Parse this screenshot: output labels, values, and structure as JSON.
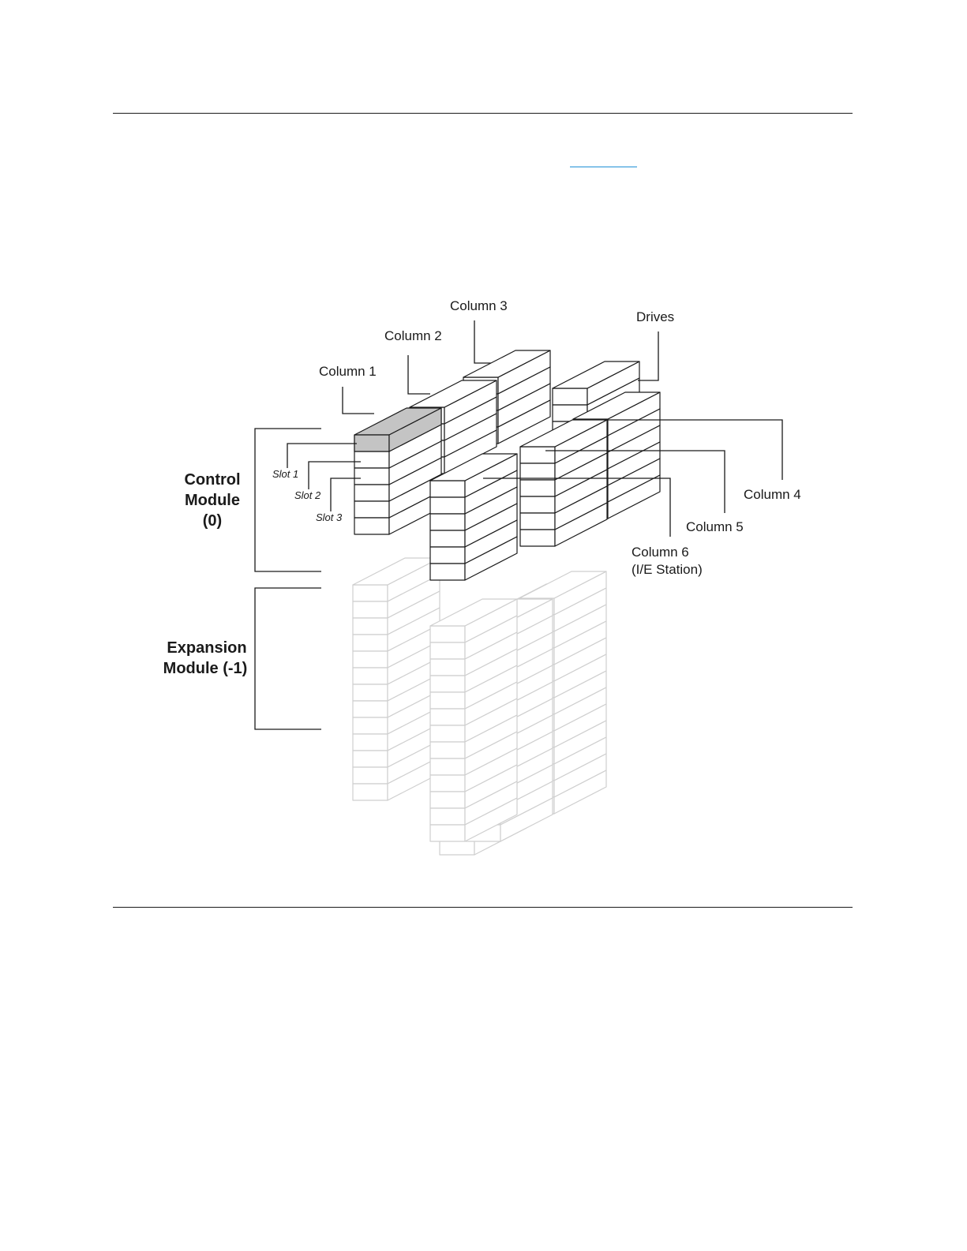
{
  "labels": {
    "column_1": "Column 1",
    "column_2": "Column 2",
    "column_3": "Column 3",
    "drives": "Drives",
    "column_4": "Column 4",
    "column_5": "Column 5",
    "column_6_line1": "Column 6",
    "column_6_line2": "(I/E Station)",
    "slot_1": "Slot 1",
    "slot_2": "Slot 2",
    "slot_3": "Slot 3",
    "control_module_line1": "Control",
    "control_module_line2": "Module",
    "control_module_line3": "(0)",
    "expansion_module_line1": "Expansion",
    "expansion_module_line2": "Module (-1)"
  },
  "colors": {
    "link": "#1f8fd6",
    "ink": "#1a1a1a",
    "selected_slot": "#c4c4c4",
    "expansion_ink": "#cfcfcf"
  }
}
